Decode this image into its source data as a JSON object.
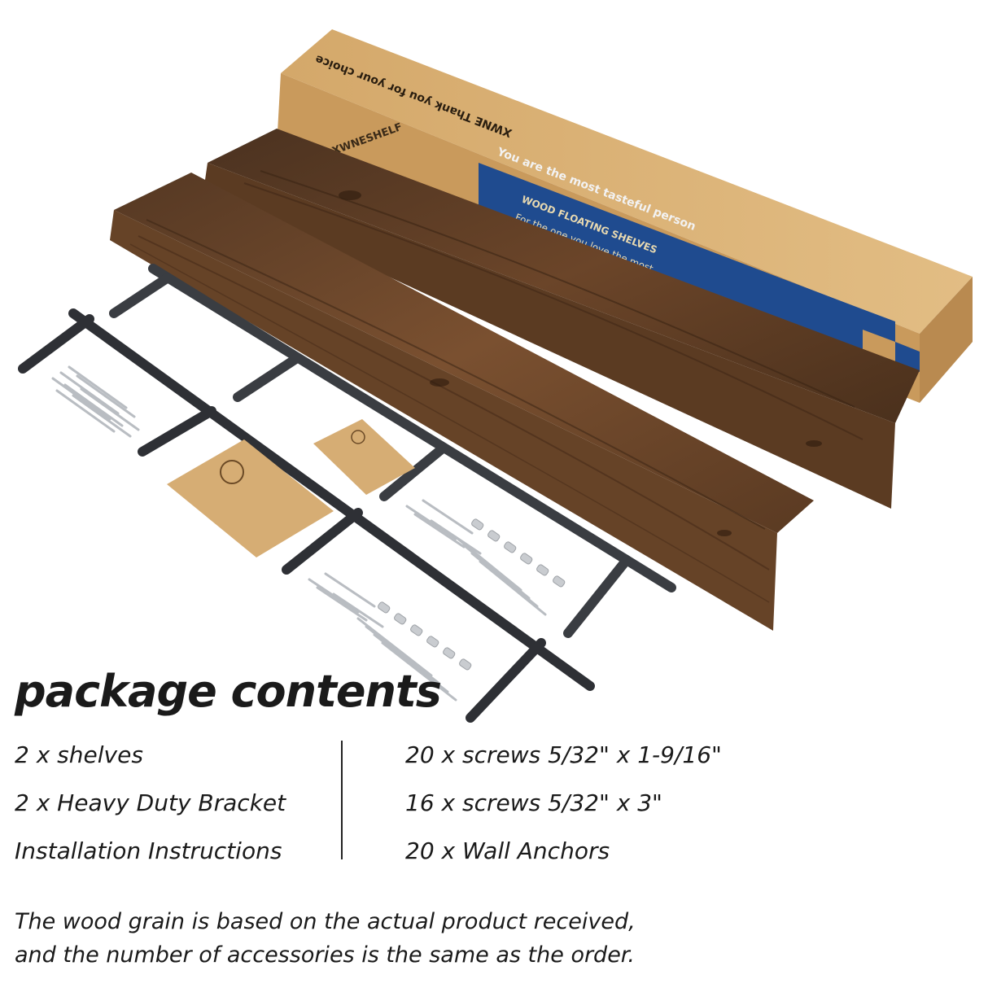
{
  "box": {
    "brand": "XWNESHELF",
    "thank_line": "XWNE Thank you for your choice",
    "tasteful_line": "You are the most tasteful person",
    "product_line": "WOOD FLOATING SHELVES",
    "love_line": "For the one you love the most"
  },
  "heading": "package contents",
  "left_items": [
    "2 x shelves",
    "2 x Heavy Duty Bracket",
    "Installation Instructions"
  ],
  "right_items": [
    "20 x screws 5/32\" x 1-9/16\"",
    "16 x screws 5/32\" x 3\"",
    "20 x Wall Anchors"
  ],
  "note_lines": [
    "The wood grain is based on the actual product received,",
    "and the number of accessories is the same as the order."
  ],
  "colors": {
    "cardboard": "#d9b27a",
    "box_blue": "#1f4b8f",
    "wood": "#5a3a22",
    "bracket": "#3a3d42"
  }
}
